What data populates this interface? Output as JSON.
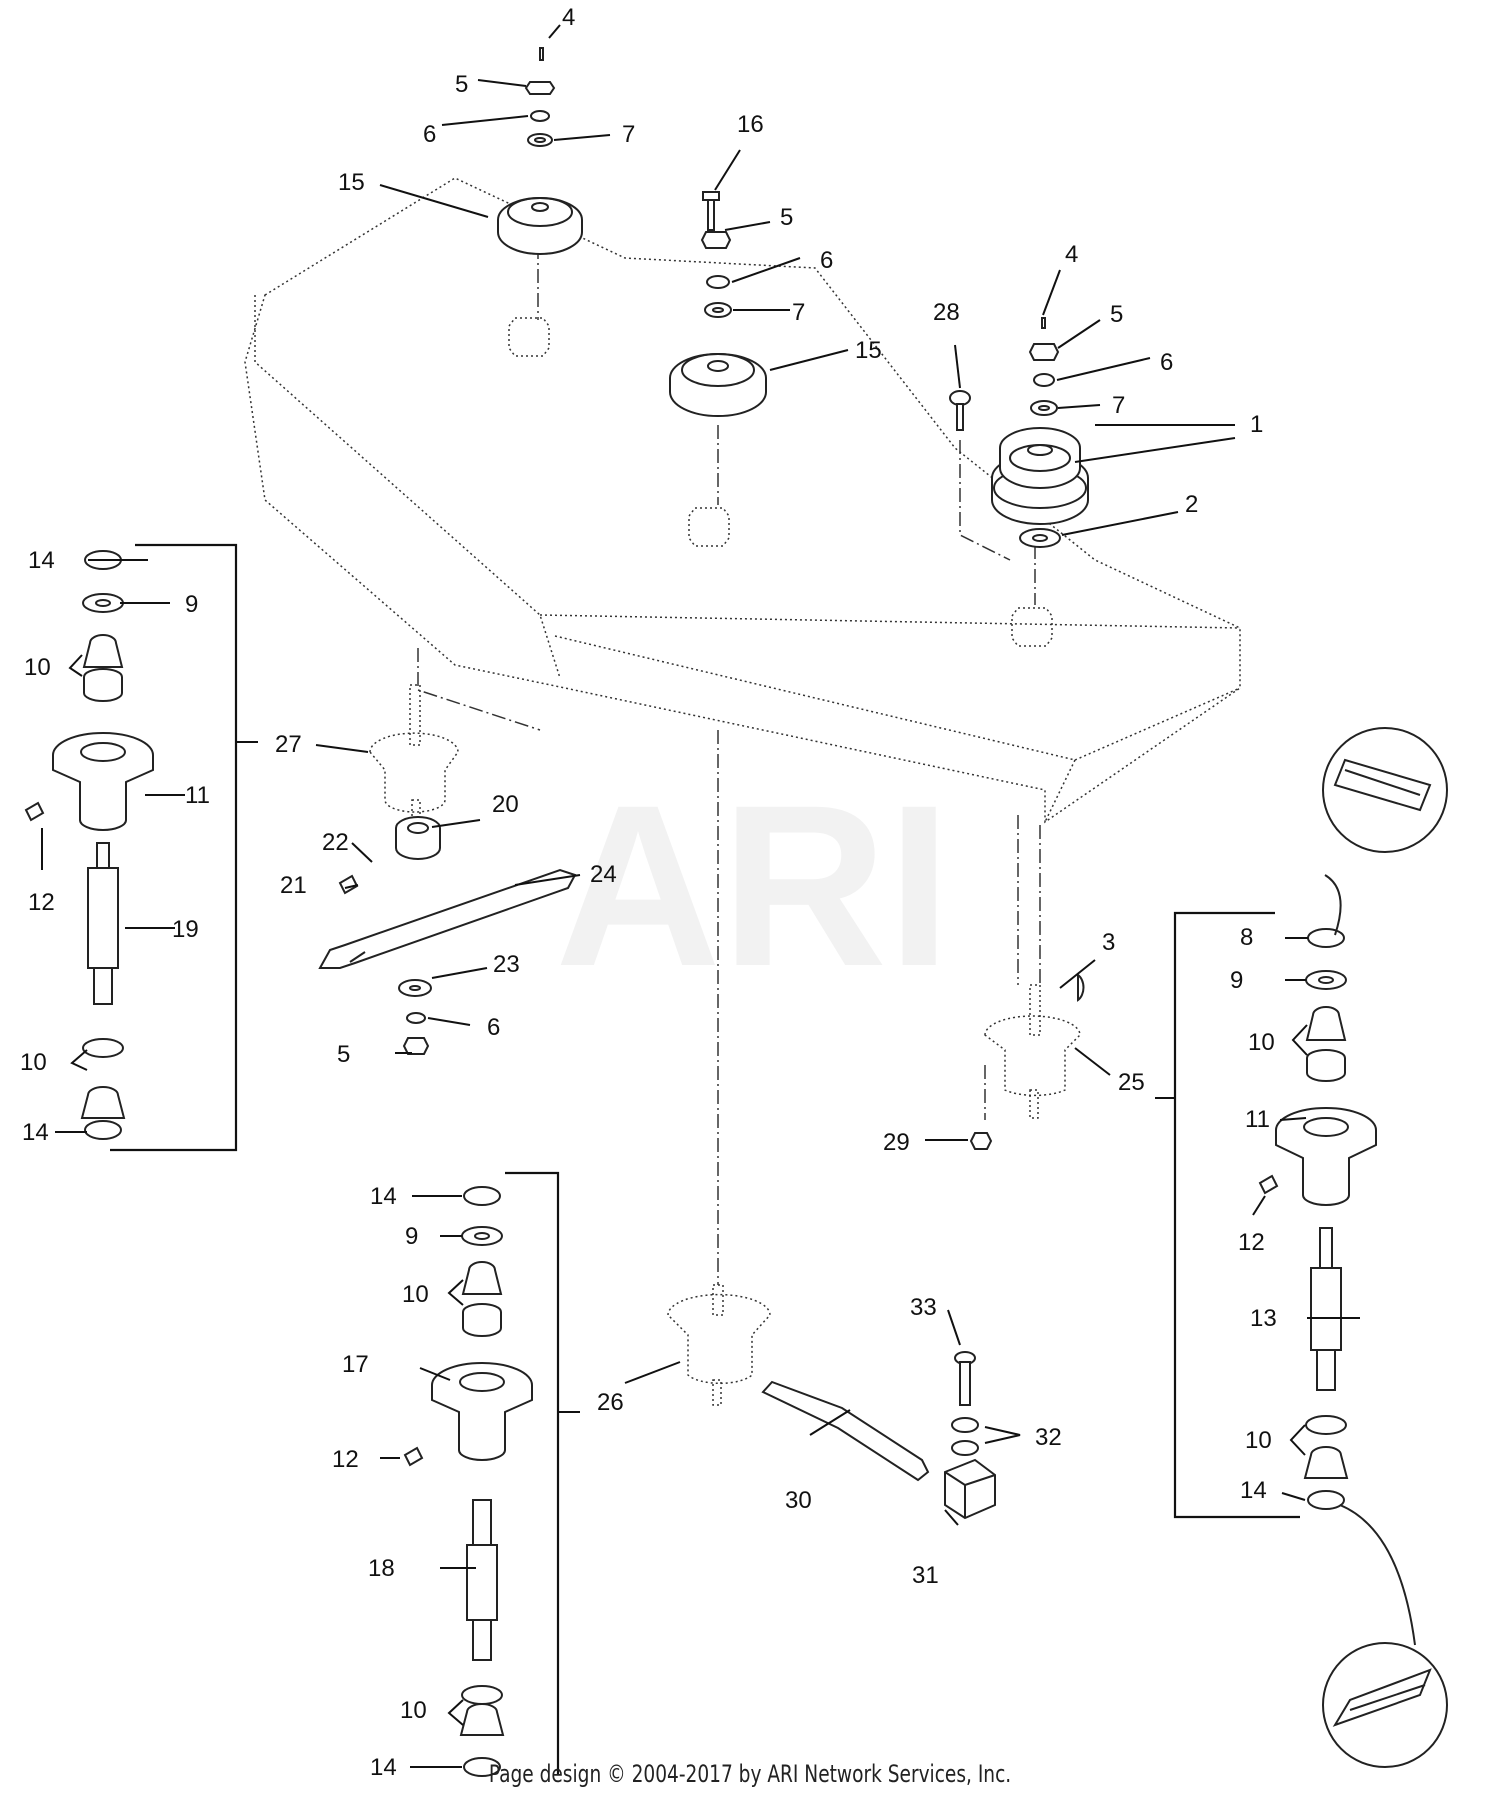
{
  "footer": "Page design © 2004-2017 by ARI Network Services, Inc.",
  "watermark": "ARI",
  "callouts": {
    "c1": "1",
    "c2": "2",
    "c3": "3",
    "c4a": "4",
    "c4b": "4",
    "c5a": "5",
    "c5b": "5",
    "c5c": "5",
    "c5d": "5",
    "c6a": "6",
    "c6b": "6",
    "c6c": "6",
    "c6d": "6",
    "c7a": "7",
    "c7b": "7",
    "c7c": "7",
    "c8": "8",
    "c9a": "9",
    "c9b": "9",
    "c9c": "9",
    "c10a": "10",
    "c10b": "10",
    "c10c": "10",
    "c10d": "10",
    "c10e": "10",
    "c10f": "10",
    "c11a": "11",
    "c11b": "11",
    "c12a": "12",
    "c12b": "12",
    "c12c": "12",
    "c13": "13",
    "c14a": "14",
    "c14b": "14",
    "c14c": "14",
    "c14d": "14",
    "c14e": "14",
    "c15a": "15",
    "c15b": "15",
    "c16": "16",
    "c17": "17",
    "c18": "18",
    "c19": "19",
    "c20": "20",
    "c21": "21",
    "c22": "22",
    "c23": "23",
    "c24": "24",
    "c25": "25",
    "c26": "26",
    "c27": "27",
    "c28": "28",
    "c29": "29",
    "c30": "30",
    "c31": "31",
    "c32": "32",
    "c33": "33"
  }
}
